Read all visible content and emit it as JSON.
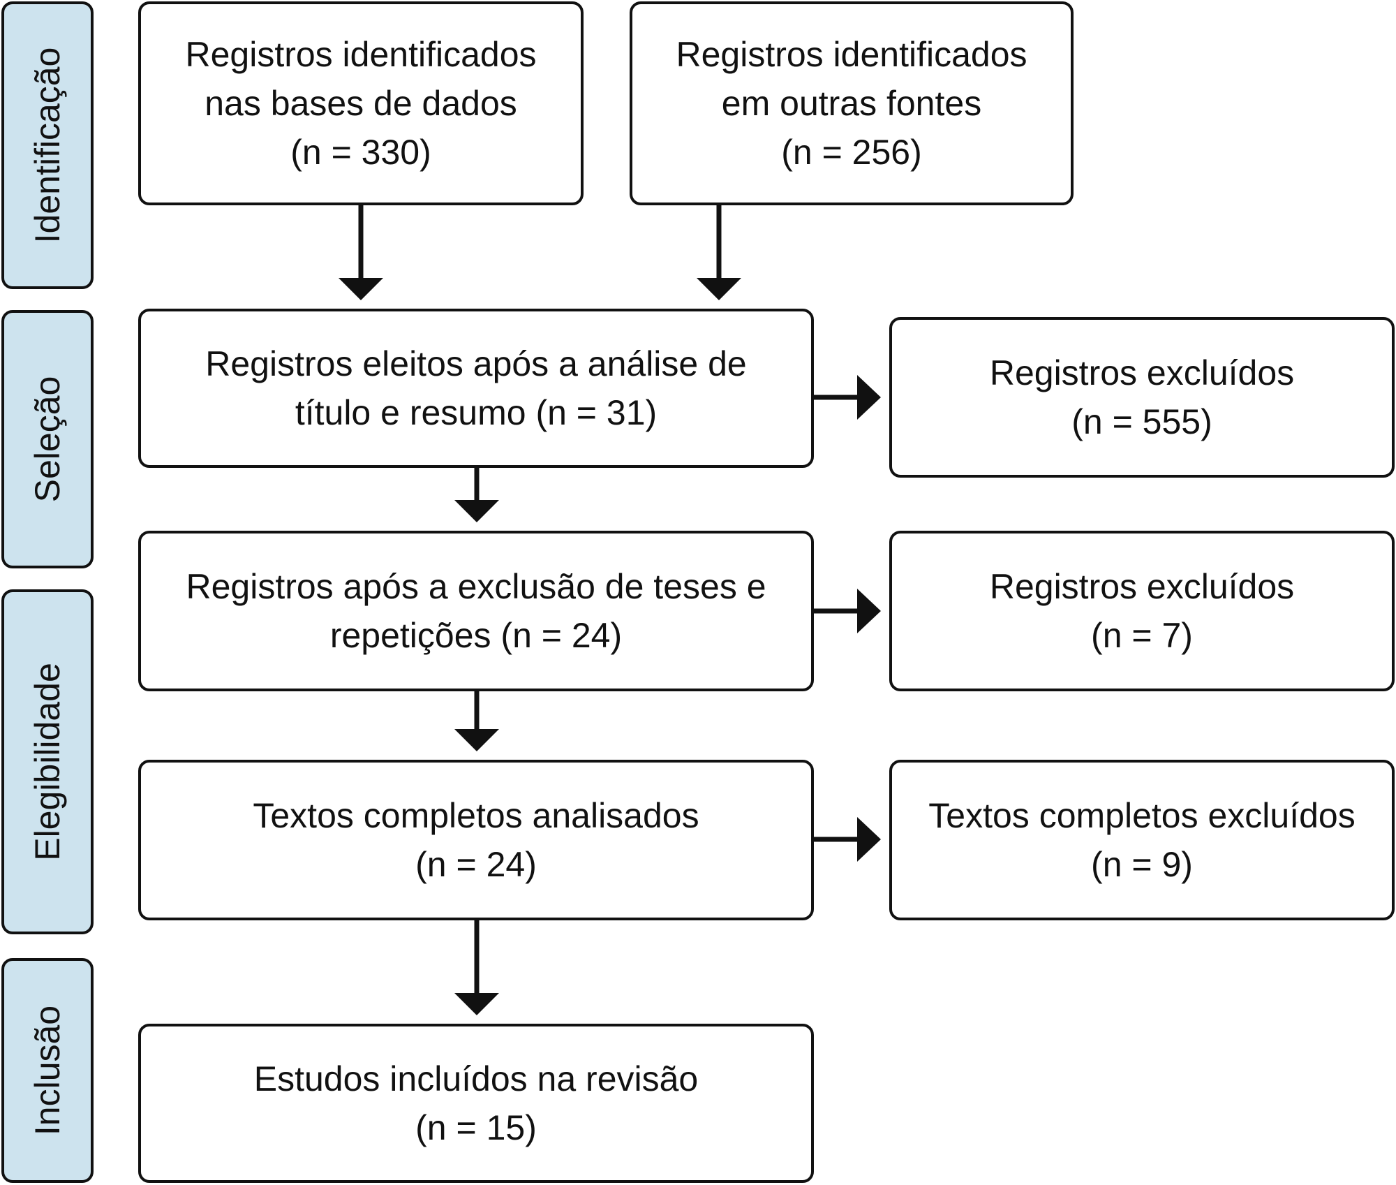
{
  "phases": {
    "identification": "Identificação",
    "selection": "Seleção",
    "eligibility": "Elegibilidade",
    "inclusion": "Inclusão"
  },
  "boxes": {
    "databases": {
      "line1": "Registros identificados",
      "line2": "nas bases de dados",
      "line3": "(n = 330)"
    },
    "other_sources": {
      "line1": "Registros identificados",
      "line2": "em outras fontes",
      "line3": "(n = 256)"
    },
    "screened": {
      "line1": "Registros eleitos após a análise de",
      "line2": "título e resumo (n = 31)"
    },
    "excluded_screening": {
      "line1": "Registros excluídos",
      "line2": "(n = 555)"
    },
    "after_theses_exclusion": {
      "line1": "Registros após a exclusão de teses e",
      "line2": "repetições (n = 24)"
    },
    "excluded_theses": {
      "line1": "Registros excluídos",
      "line2": "(n = 7)"
    },
    "full_texts": {
      "line1": "Textos completos analisados",
      "line2": "(n = 24)"
    },
    "excluded_full_texts": {
      "line1": "Textos completos excluídos",
      "line2": "(n = 9)"
    },
    "included": {
      "line1": "Estudos incluídos na revisão",
      "line2": "(n = 15)"
    }
  }
}
